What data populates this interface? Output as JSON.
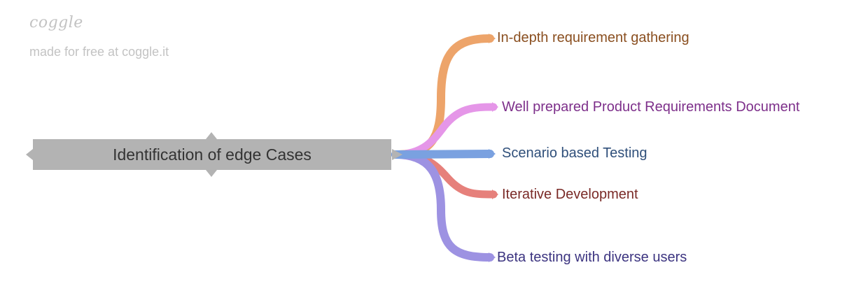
{
  "watermark": {
    "logo": "coggle",
    "tagline": "made for free at coggle.it"
  },
  "central": {
    "label": "Identification of edge Cases"
  },
  "branches": [
    {
      "label": "In-depth requirement gathering",
      "color": "#eda46a",
      "text_color": "#8a4f20"
    },
    {
      "label": "Well prepared Product Requirements Document",
      "color": "#e596e8",
      "text_color": "#7d2f8a"
    },
    {
      "label": "Scenario based Testing",
      "color": "#7aa1e0",
      "text_color": "#2f4f7a"
    },
    {
      "label": "Iterative Development",
      "color": "#e6807b",
      "text_color": "#7a2a27"
    },
    {
      "label": "Beta testing with diverse users",
      "color": "#9d92e2",
      "text_color": "#3c3480"
    }
  ]
}
